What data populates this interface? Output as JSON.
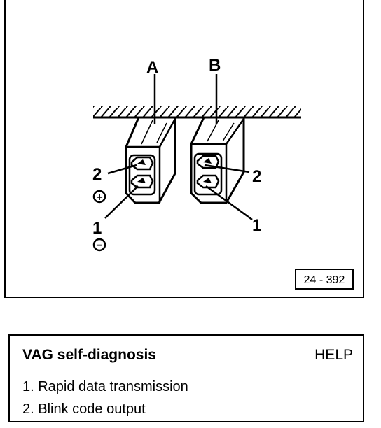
{
  "diagram": {
    "labels": {
      "a": "A",
      "b": "B",
      "left_pin_2": "2",
      "left_pin_1": "1",
      "right_pin_2": "2",
      "right_pin_1": "1",
      "plus": "+",
      "minus": "−"
    },
    "figure_ref": "24 - 392"
  },
  "help_panel": {
    "title": "VAG self-diagnosis",
    "help_label": "HELP",
    "items": [
      "1.  Rapid data transmission",
      "2.  Blink code output"
    ]
  }
}
